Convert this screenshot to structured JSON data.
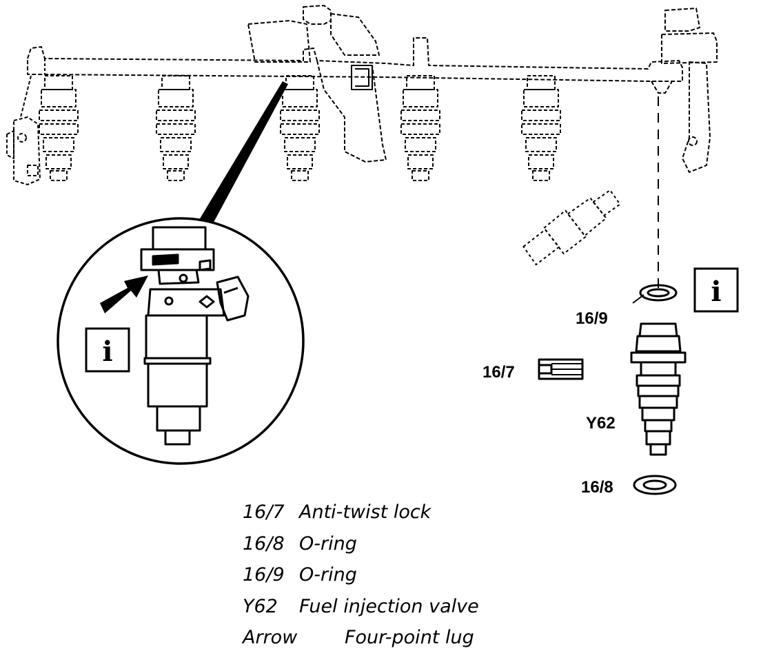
{
  "callouts": {
    "o_ring_top": "16/9",
    "anti_twist_lock": "16/7",
    "valve": "Y62",
    "o_ring_bottom": "16/8"
  },
  "info_symbol": "i",
  "legend": [
    {
      "code": "16/7",
      "text": "Anti-twist lock"
    },
    {
      "code": "16/8",
      "text": "O-ring"
    },
    {
      "code": "16/9",
      "text": "O-ring"
    },
    {
      "code": "Y62",
      "text": "Fuel injection valve"
    },
    {
      "code": "Arrow",
      "text": "Four-point lug"
    }
  ],
  "colors": {
    "ink": "#000000",
    "paper": "#ffffff"
  }
}
